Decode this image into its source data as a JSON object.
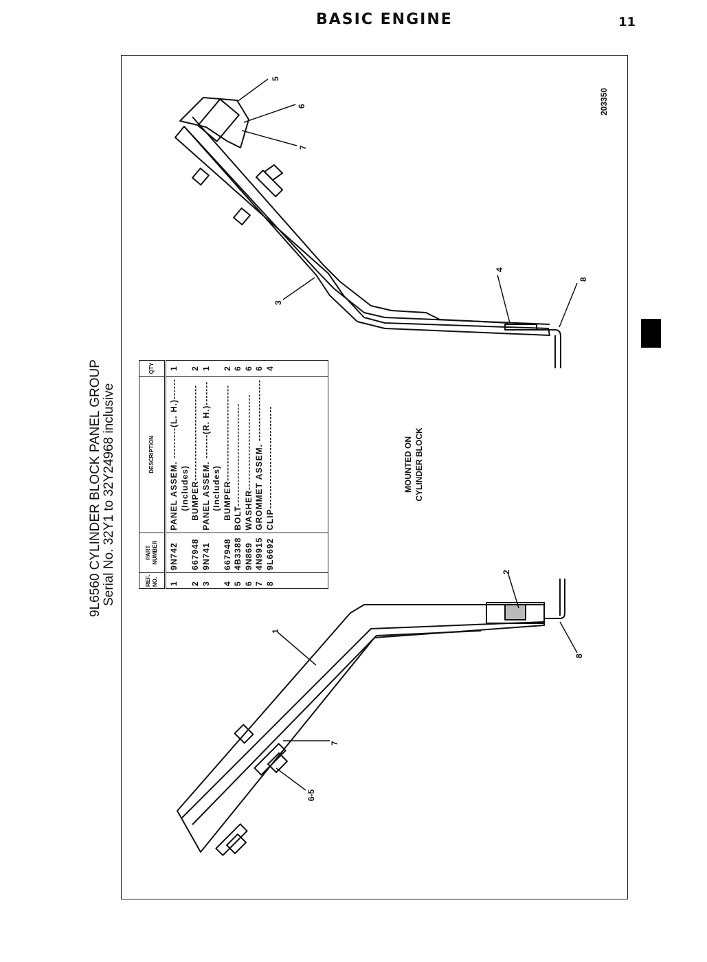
{
  "header": {
    "section_title": "BASIC ENGINE",
    "page_number": "11"
  },
  "figure": {
    "title": "9L6560 CYLINDER BLOCK PANEL GROUP",
    "serial_range": "Serial No. 32Y1 to 32Y24968 inclusive",
    "figure_id": "203350",
    "note_line1": "MOUNTED ON",
    "note_line2": "CYLINDER BLOCK",
    "orientation": "rotated 90° counter-clockwise"
  },
  "parts_table": {
    "columns": {
      "ref_line1": "REF.",
      "ref_line2": "NO.",
      "part_line1": "PART",
      "part_line2": "NUMBER",
      "description": "DESCRIPTION",
      "qty": "QTY"
    },
    "rows": [
      {
        "ref": "1",
        "part": "9N742",
        "description": "PANEL ASSEM. ---------(L. H.)------",
        "qty": "1",
        "indent": 0
      },
      {
        "ref": "",
        "part": "",
        "description": "(Includes)",
        "qty": "",
        "indent": 2
      },
      {
        "ref": "2",
        "part": "667948",
        "description": "BUMPER----------------------------",
        "qty": "2",
        "indent": 1
      },
      {
        "ref": "3",
        "part": "9N741",
        "description": "PANEL ASSEM. -------(R. H.)-------",
        "qty": "1",
        "indent": 0
      },
      {
        "ref": "",
        "part": "",
        "description": "(Includes)",
        "qty": "",
        "indent": 2
      },
      {
        "ref": "4",
        "part": "667948",
        "description": "BUMPER----------------------------",
        "qty": "2",
        "indent": 1
      },
      {
        "ref": "5",
        "part": "4B3388",
        "description": "BOLT------------------------------",
        "qty": "6",
        "indent": 0
      },
      {
        "ref": "6",
        "part": "9N869",
        "description": "WASHER----------------------------",
        "qty": "6",
        "indent": 0
      },
      {
        "ref": "7",
        "part": "4N9915",
        "description": "GROMMET ASSEM. ------------------",
        "qty": "6",
        "indent": 0
      },
      {
        "ref": "8",
        "part": "9L6692",
        "description": "CLIP------------------------------",
        "qty": "4",
        "indent": 0
      }
    ]
  },
  "callouts": {
    "rh_panel": [
      "5",
      "6",
      "7",
      "3",
      "4",
      "8"
    ],
    "lh_panel": [
      "1",
      "2",
      "8",
      "7",
      "6-5"
    ]
  },
  "colors": {
    "ink": "#111111",
    "paper": "#ffffff",
    "tab": "#000000"
  }
}
